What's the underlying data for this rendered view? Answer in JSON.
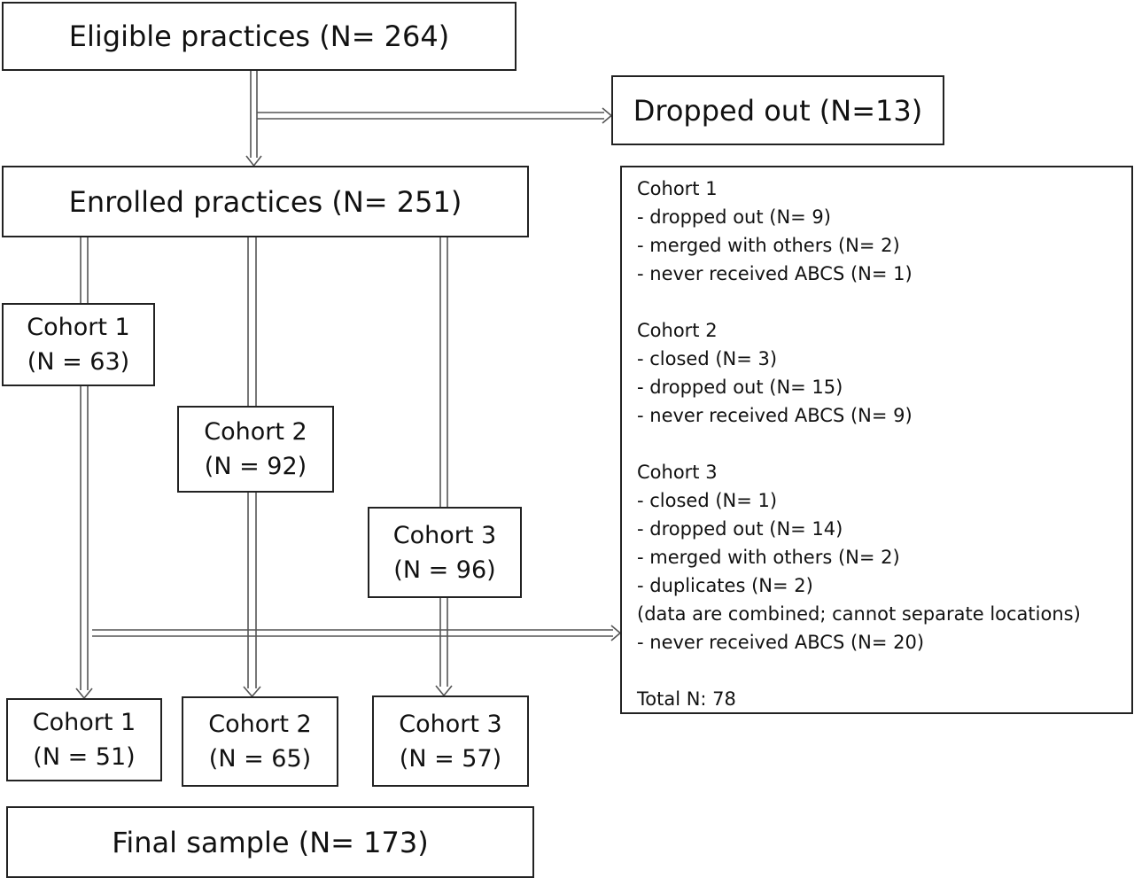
{
  "eligible": "Eligible practices (N= 264)",
  "dropped": "Dropped out (N=13)",
  "enrolled": "Enrolled practices (N= 251)",
  "cohorts_mid": [
    {
      "name": "Cohort 1",
      "count": "(N = 63)"
    },
    {
      "name": "Cohort 2",
      "count": "(N = 92)"
    },
    {
      "name": "Cohort 3",
      "count": "(N = 96)"
    }
  ],
  "cohorts_final": [
    {
      "name": "Cohort 1",
      "count": "(N = 51)"
    },
    {
      "name": "Cohort 2",
      "count": "(N = 65)"
    },
    {
      "name": "Cohort 3",
      "count": "(N = 57)"
    }
  ],
  "final": "Final sample (N= 173)",
  "exclusions": {
    "cohort1": {
      "title": "Cohort 1",
      "items": [
        "- dropped out (N= 9)",
        "- merged with others (N= 2)",
        "- never received ABCS (N= 1)"
      ]
    },
    "cohort2": {
      "title": "Cohort 2",
      "items": [
        "- closed (N= 3)",
        "- dropped out (N= 15)",
        "- never received ABCS (N= 9)"
      ]
    },
    "cohort3": {
      "title": "Cohort 3",
      "items": [
        "- closed (N= 1)",
        "- dropped out (N= 14)",
        "- merged with others (N= 2)",
        "- duplicates (N= 2)",
        "(data are combined; cannot separate locations)",
        "- never received ABCS (N= 20)"
      ]
    },
    "total": "Total N: 78"
  }
}
